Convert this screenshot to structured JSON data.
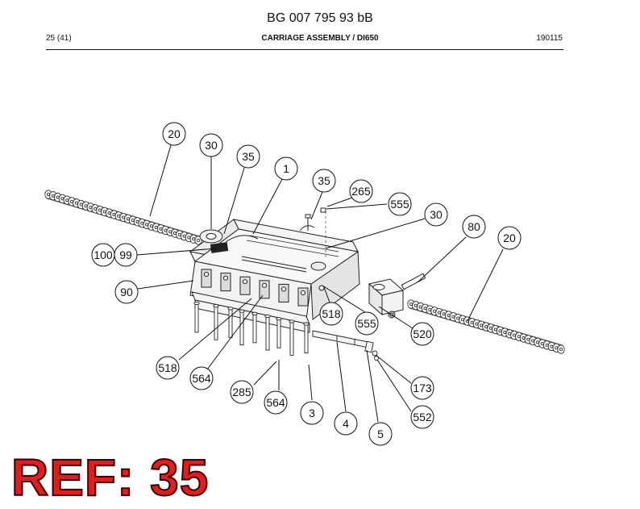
{
  "header": {
    "doc_code": "BG 007 795 93 bB",
    "page": "25 (41)",
    "title": "CARRIAGE ASSEMBLY / DI650",
    "date": "190115"
  },
  "ref_label": "REF: 35",
  "callouts": [
    {
      "id": "c20a",
      "label": "20"
    },
    {
      "id": "c30a",
      "label": "30"
    },
    {
      "id": "c35a",
      "label": "35"
    },
    {
      "id": "c1",
      "label": "1"
    },
    {
      "id": "c35b",
      "label": "35"
    },
    {
      "id": "c265",
      "label": "265"
    },
    {
      "id": "c555a",
      "label": "555"
    },
    {
      "id": "c30b",
      "label": "30"
    },
    {
      "id": "c80",
      "label": "80"
    },
    {
      "id": "c20b",
      "label": "20"
    },
    {
      "id": "c100",
      "label": "100"
    },
    {
      "id": "c99",
      "label": "99"
    },
    {
      "id": "c90",
      "label": "90"
    },
    {
      "id": "c518a",
      "label": "518"
    },
    {
      "id": "c555b",
      "label": "555"
    },
    {
      "id": "c520",
      "label": "520"
    },
    {
      "id": "c518b",
      "label": "518"
    },
    {
      "id": "c564a",
      "label": "564"
    },
    {
      "id": "c285",
      "label": "285"
    },
    {
      "id": "c564b",
      "label": "564"
    },
    {
      "id": "c3",
      "label": "3"
    },
    {
      "id": "c4",
      "label": "4"
    },
    {
      "id": "c5",
      "label": "5"
    },
    {
      "id": "c173",
      "label": "173"
    },
    {
      "id": "c552",
      "label": "552"
    }
  ]
}
